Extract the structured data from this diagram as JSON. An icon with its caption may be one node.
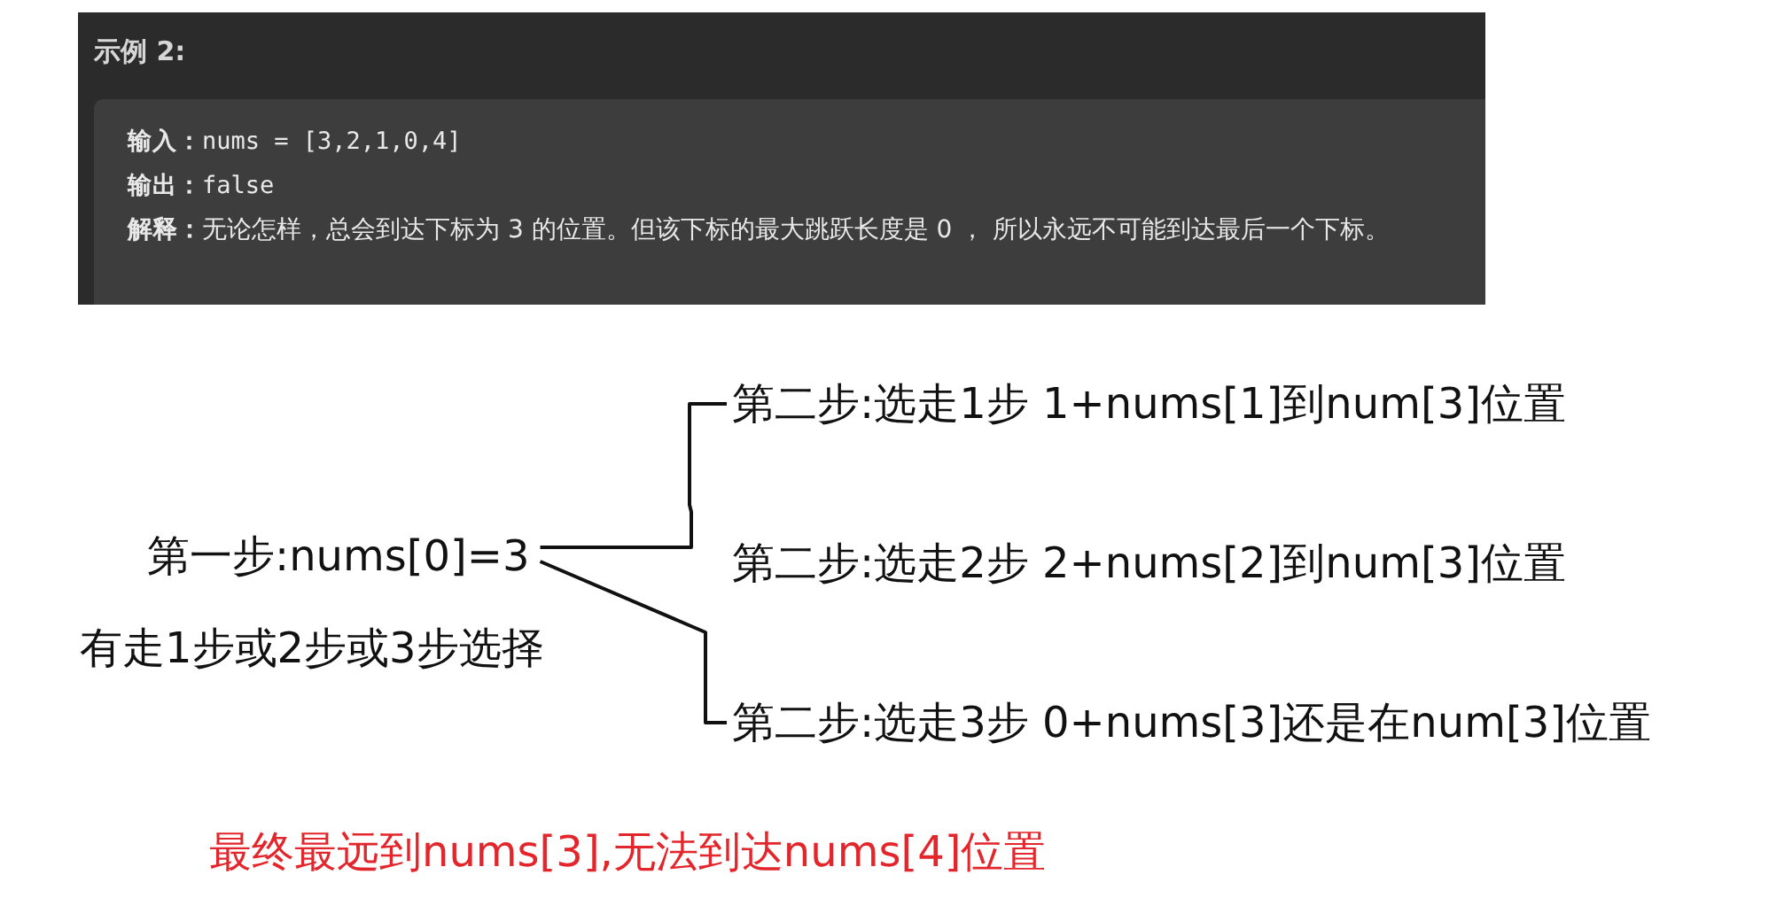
{
  "diagram": {
    "nodes": [
      {
        "text": [
          "示例 2:"
        ]
      },
      {
        "text": [
          "**输入：**nums = [3,2,1,0,4]",
          "**输出：**false",
          "**解释：**无论怎样，总会到达下标为 3 的位置。但该下标的最大跳跃长度是 0 ， 所以永远不可能到达最后一个下标。"
        ],
        "in": 0
      },
      {
        "text": [
          "第一步:nums[0]=3"
        ],
        "beside": [
          "有走1步或2步或3步选择"
        ]
      },
      {
        "text": [
          "第二步:选走1步 1+nums[1]到num[3]位置"
        ]
      },
      {
        "text": [
          "第二步:选走2步 2+nums[2]到num[3]位置"
        ]
      },
      {
        "text": [
          "第二步:选走3步 0+nums[3]还是在num[3]位置"
        ]
      }
    ],
    "edges": [
      {
        "from": 2,
        "to": 3,
        "arrow": "none"
      },
      {
        "from": 2,
        "to": 5,
        "arrow": "none"
      }
    ],
    "labels": [
      "最终最远到nums[3],无法到达nums[4]位置"
    ]
  }
}
